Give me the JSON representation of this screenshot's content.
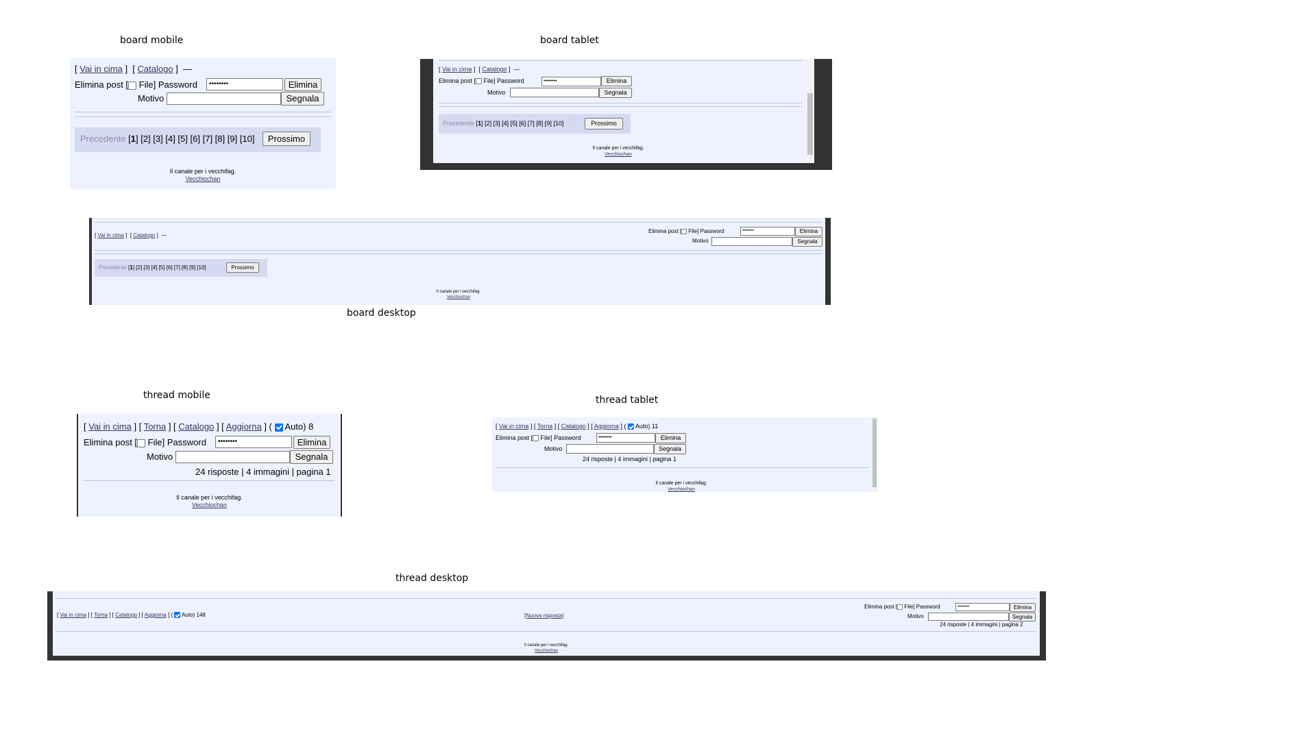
{
  "captions": {
    "board_mobile": "board mobile",
    "board_tablet": "board tablet",
    "board_desktop": "board desktop",
    "thread_mobile": "thread mobile",
    "thread_tablet": "thread tablet",
    "thread_desktop": "thread desktop"
  },
  "nav": {
    "top": "Vai in cima",
    "back": "Torna",
    "catalog": "Catalogo",
    "refresh": "Aggiorna",
    "auto": "Auto)",
    "dash": "—",
    "new_reply": "[Nuova risposta]"
  },
  "delete_form": {
    "delete_post": "Elimina post [",
    "file": "File]",
    "password_label": "Password",
    "password_value": "••••••••",
    "delete_button": "Elimina",
    "reason_label": "Motivo",
    "report_button": "Segnala"
  },
  "pagination": {
    "prev": "Precedente",
    "pages": [
      "1",
      "2",
      "3",
      "4",
      "5",
      "6",
      "7",
      "8",
      "9",
      "10"
    ],
    "next": "Prossimo"
  },
  "footer": {
    "tagline": "Il canale per i vecchifag.",
    "link": "Vecchiochan"
  },
  "thread_mobile": {
    "countdown": "8",
    "stats": "24 risposte | 4 immagini | pagina 1"
  },
  "thread_tablet": {
    "countdown": "11",
    "stats": "24 risposte | 4 immagini | pagina 1"
  },
  "thread_desktop": {
    "countdown": "148",
    "stats": "24 risposte | 4 immagini | pagina 2"
  },
  "colors": {
    "panel_bg": "#eef2ff",
    "pager_bg": "#d6daf0",
    "link": "#34345c",
    "checkbox_on": "#0075ff"
  }
}
